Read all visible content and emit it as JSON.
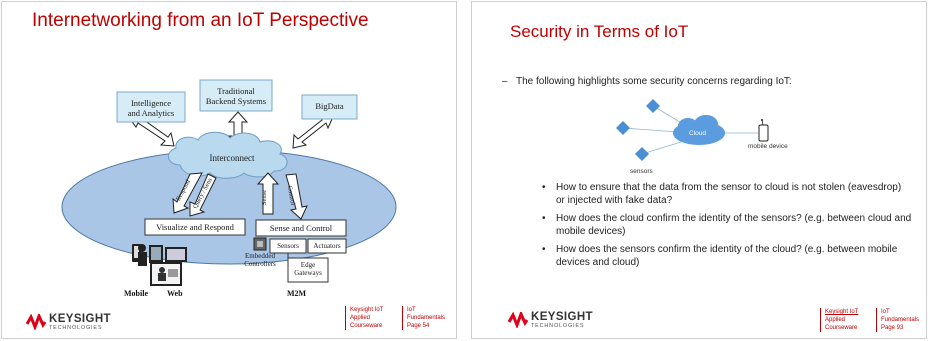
{
  "slide1": {
    "title": "Internetworking from an IoT Perspective",
    "diagram": {
      "top_boxes": [
        "Intelligence\nand Analytics",
        "Traditional\nBackend Systems",
        "BigData"
      ],
      "cloud_label": "Interconnect",
      "left_box": "Visualize and Respond",
      "right_box": "Sense and Control",
      "arrow_labels": [
        "Respond",
        "Query / Sens",
        "Sense",
        "Control"
      ],
      "devices": [
        "Sensors",
        "Actuators",
        "Edge\nGateways"
      ],
      "embedded_label": "Embedded\nControllers",
      "bottom_labels": [
        "Mobile",
        "Web",
        "M2M"
      ]
    },
    "footer": {
      "col1": [
        "Keysight IoT",
        "Applied",
        "Courseware"
      ],
      "col2": [
        "IoT",
        "Fundamentals",
        "Page  54"
      ]
    }
  },
  "slide2": {
    "title": "Security in Terms of IoT",
    "intro": "The following highlights some security concerns regarding IoT:",
    "intro_marker": "–",
    "network": {
      "cloud_label": "Cloud",
      "device_label": "mobile device",
      "sensors_label": "sensors"
    },
    "bullets": [
      "How to ensure that the data from the sensor to cloud is not stolen (eavesdrop) or injected with fake data?",
      "How does the cloud confirm the identity of the sensors? (e.g. between cloud and mobile devices)",
      "How does the sensors confirm the identity of the cloud? (e.g. between mobile devices and cloud)"
    ],
    "footer": {
      "col1": [
        "Keysight IoT",
        "Applied",
        "Courseware"
      ],
      "col2": [
        "IoT",
        "Fundamentals",
        "Page  93"
      ]
    }
  },
  "logo": {
    "brand": "KEYSIGHT",
    "sub": "TECHNOLOGIES",
    "color": "#e0001a"
  },
  "colors": {
    "title": "#c00000",
    "box_fill": "#d6ecf7",
    "cloud": "#b9d9ef",
    "ellipse": "#a9c6e6",
    "diamond": "#4a8fd6"
  }
}
